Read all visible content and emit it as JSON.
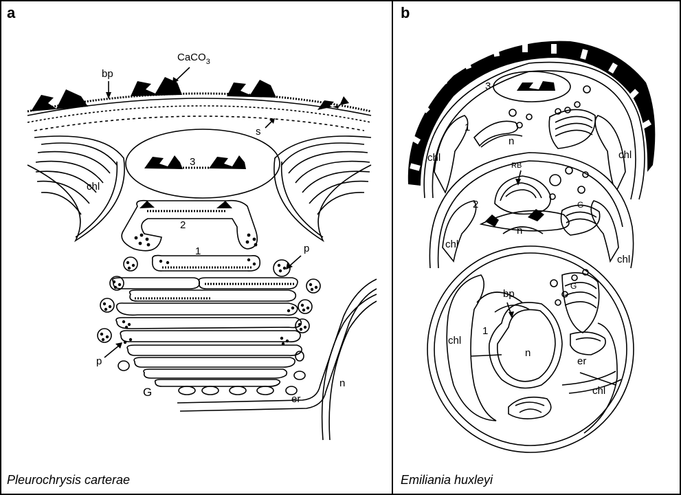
{
  "panel_a": {
    "letter": "a",
    "caption": "Pleurochrysis carterae",
    "labels": {
      "bp": "bp",
      "caco3_main": "CaCO",
      "caco3_sub": "3",
      "s": "s",
      "chl": "chl",
      "stage3": "3",
      "stage2": "2",
      "stage1": "1",
      "p_upper": "p",
      "p_lower": "p",
      "G": "G",
      "er": "er",
      "n": "n"
    }
  },
  "panel_b": {
    "letter": "b",
    "caption": "Emiliania huxleyi",
    "labels": {
      "stage3": "3",
      "stage1_top": "1",
      "n_top": "n",
      "chl_top_left": "chl",
      "chl_top_right": "chl",
      "rb": "RB",
      "stage2": "2",
      "G_mid": "G",
      "n_mid": "n",
      "chl_mid_left": "chl",
      "chl_mid_right": "chl",
      "bp": "bp",
      "G_bot": "G",
      "stage1_bot": "1",
      "chl_bot_left": "chl",
      "n_bot": "n",
      "er": "er",
      "chl_bot_right": "chl"
    }
  }
}
